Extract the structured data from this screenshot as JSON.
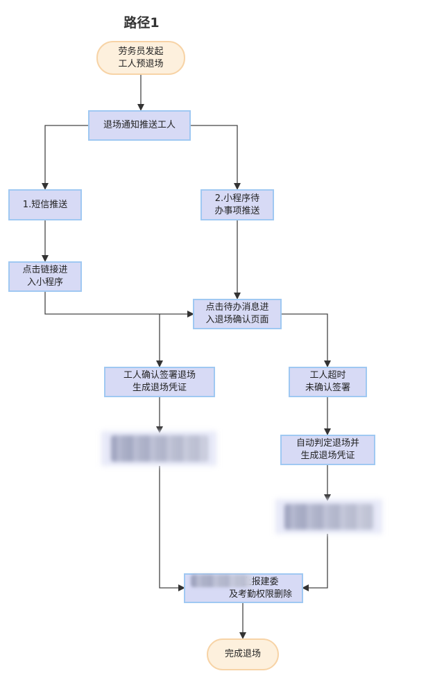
{
  "title": "路径1",
  "nodes": {
    "start": "劳务员发起\n工人预退场",
    "notify": "退场通知推送工人",
    "sms": "1.短信推送",
    "mini": "2.小程序待\n办事项推送",
    "click_link": "点击链接进\n入小程序",
    "click_msg": "点击待办消息进\n入退场确认页面",
    "worker_confirm": "工人确认签署退场\n生成退场凭证",
    "timeout": "工人超时\n未确认签署",
    "auto": "自动判定退场并\n生成退场凭证",
    "report": "上报建委\n及考勤权限删除",
    "finish": "完成退场"
  }
}
